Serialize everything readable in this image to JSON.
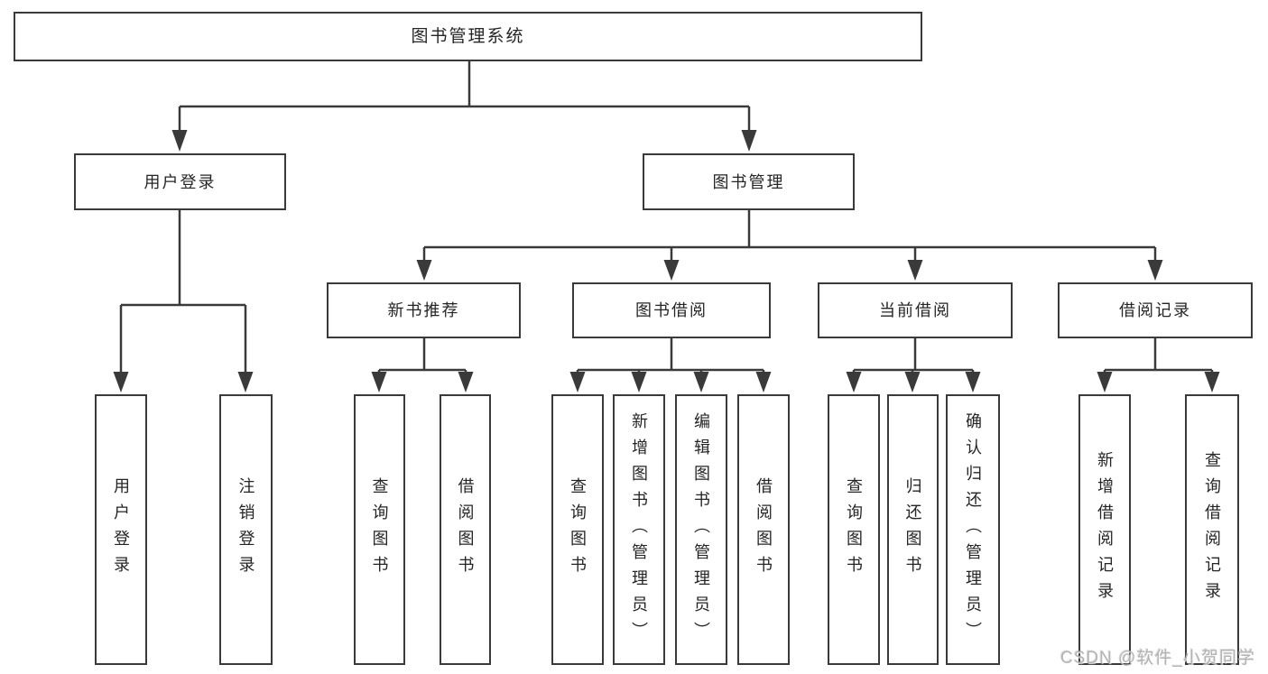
{
  "title": "图书管理系统",
  "level2": {
    "user_login": "用户登录",
    "book_mgmt": "图书管理"
  },
  "level3": {
    "new_book_rec": "新书推荐",
    "book_borrow": "图书借阅",
    "current_borrow": "当前借阅",
    "borrow_records": "借阅记录"
  },
  "leaves": {
    "user_login": "用户登录",
    "logout": "注销登录",
    "rec_query_books": "查询图书",
    "rec_borrow_books": "借阅图书",
    "bor_query_books": "查询图书",
    "bor_add_books": "新增图书（管理员）",
    "bor_edit_books": "编辑图书（管理员）",
    "bor_borrow_books": "借阅图书",
    "cur_query_books": "查询图书",
    "cur_return_books": "归还图书",
    "cur_confirm_return": "确认归还（管理员）",
    "rcd_add_record": "新增借阅记录",
    "rcd_query_record": "查询借阅记录"
  },
  "watermark": "CSDN @软件_小贺同学",
  "colors": {
    "line": "#3a3a3a",
    "box_border": "#3a3a3a",
    "box_background": "#ffffff",
    "text": "#252525",
    "watermark_text": "#b3b3b3",
    "page_background": "#ffffff"
  }
}
